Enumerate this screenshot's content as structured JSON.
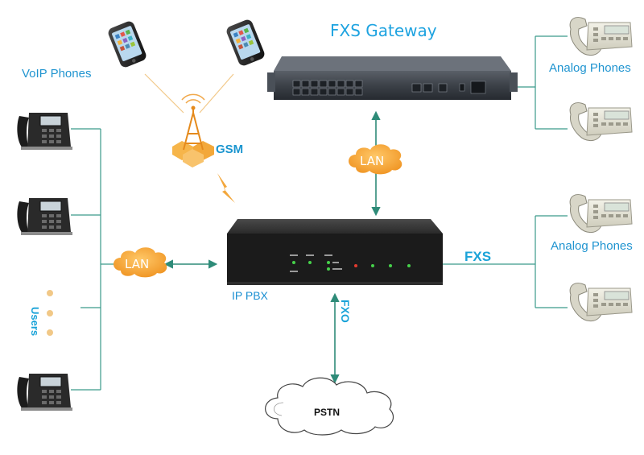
{
  "diagram": {
    "title": "FXS Gateway",
    "voip_phones_label": "VoIP Phones",
    "analog_phones_top_label": "Analog Phones",
    "analog_phones_bottom_label": "Analog Phones",
    "gsm_label": "GSM",
    "lan_left_label": "LAN",
    "lan_top_label": "LAN",
    "fxs_label": "FXS",
    "fxo_label": "FXO",
    "ip_pbx_label": "IP PBX",
    "users_label": "Users",
    "pstn_label": "PSTN"
  },
  "colors": {
    "line": "#3a9a8a",
    "arrow": "#2e8b78",
    "cloud": "#f2a33a",
    "device": "#1a1a1a",
    "accent_title": "#1ea3e0"
  },
  "icons": {
    "voip_phone": "desk-ip-phone-icon",
    "analog_phone": "analog-phone-icon",
    "mobile_phone": "mobile-phone-icon",
    "gsm_tower": "gsm-tower-icon",
    "gateway": "fxs-gateway-device",
    "pbx": "ip-pbx-device"
  }
}
